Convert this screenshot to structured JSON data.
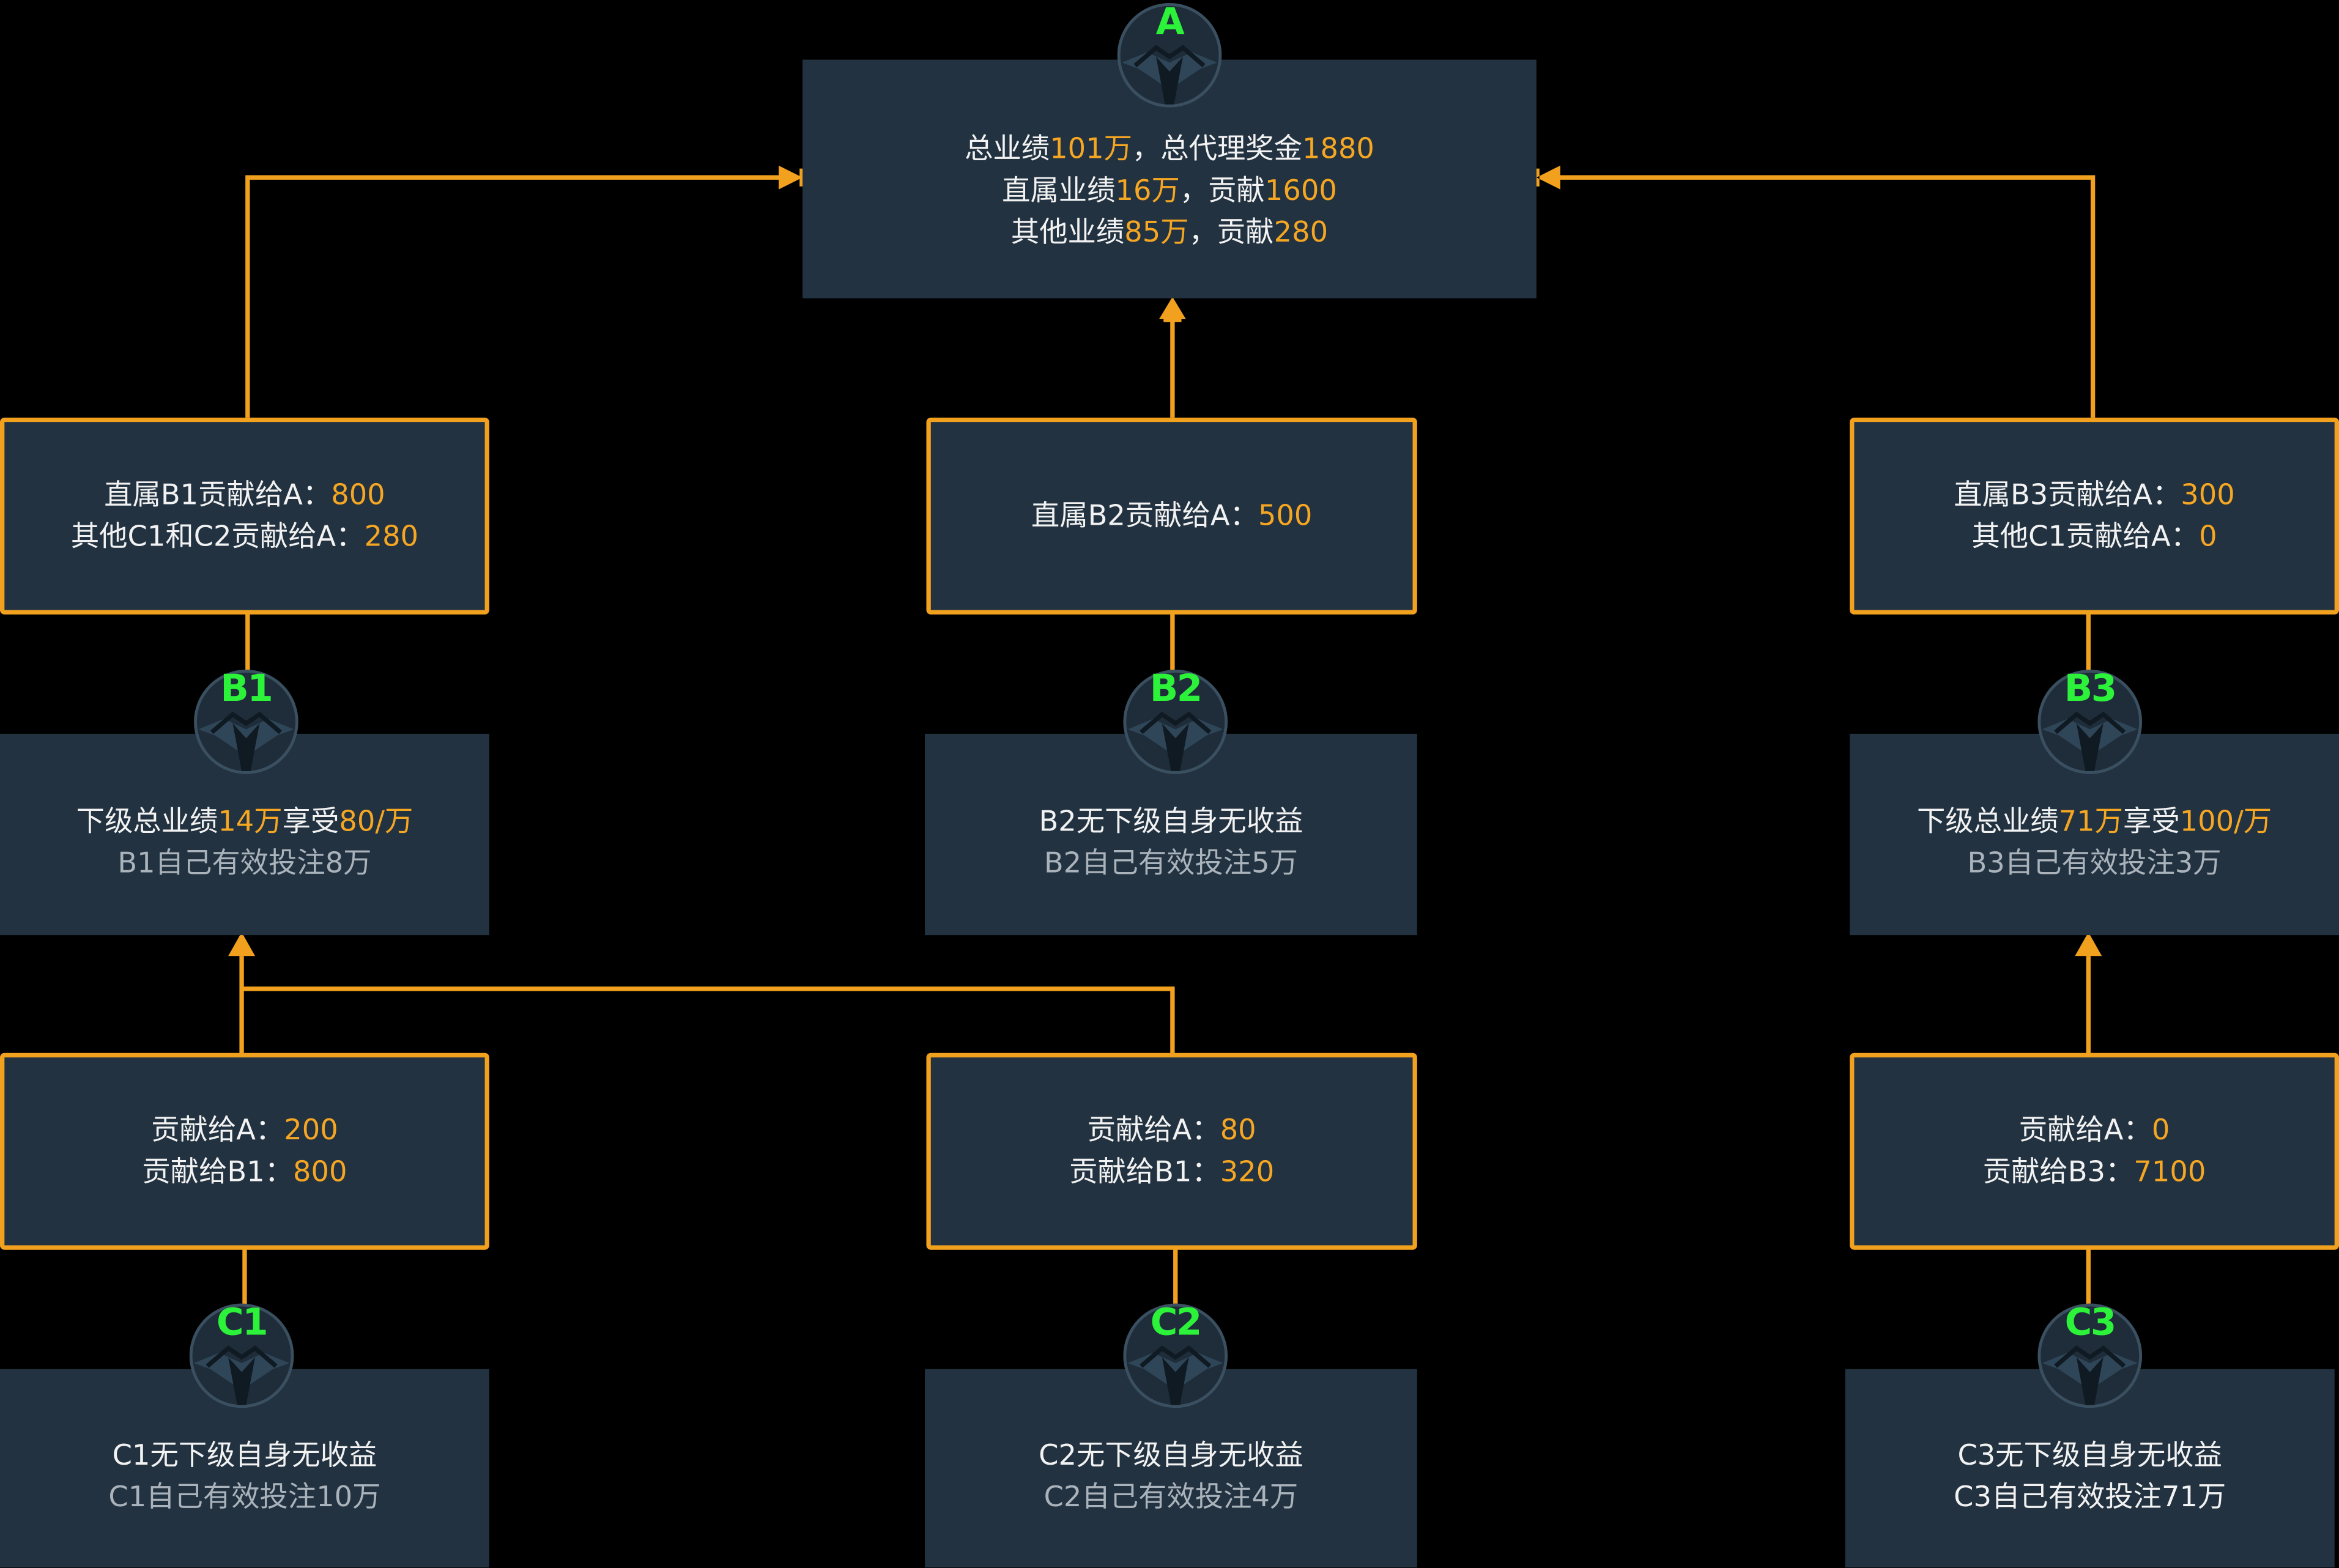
{
  "colors": {
    "background": "#000000",
    "box": "#223240",
    "connector": "#f1a11e",
    "highlight": "#f5a623",
    "node_letter": "#2cf23a",
    "muted_text": "#aab3bb"
  },
  "icons": {
    "node": "avatar-badge-icon",
    "arrow": "arrow-head-icon"
  },
  "nodes": {
    "A": {
      "label": "A"
    },
    "B1": {
      "label": "B1"
    },
    "B2": {
      "label": "B2"
    },
    "B3": {
      "label": "B3"
    },
    "C1": {
      "label": "C1"
    },
    "C2": {
      "label": "C2"
    },
    "C3": {
      "label": "C3"
    }
  },
  "boxes": {
    "a_summary": {
      "l1": {
        "t1": "总业绩",
        "v1": "101万",
        "t2": "，总代理奖金",
        "v2": "1880"
      },
      "l2": {
        "t1": "直属业绩",
        "v1": "16万",
        "t2": "，贡献",
        "v2": "1600"
      },
      "l3": {
        "t1": "其他业绩",
        "v1": "85万",
        "t2": "，贡献",
        "v2": "280"
      }
    },
    "b1_contribution": {
      "l1": {
        "t": "直属B1贡献给A：",
        "v": "800"
      },
      "l2": {
        "t": "其他C1和C2贡献给A：",
        "v": "280"
      }
    },
    "b2_contribution": {
      "l1": {
        "t": "直属B2贡献给A：",
        "v": "500"
      }
    },
    "b3_contribution": {
      "l1": {
        "t": "直属B3贡献给A：",
        "v": "300"
      },
      "l2": {
        "t": "其他C1贡献给A：",
        "v": "0"
      }
    },
    "b1_info": {
      "l1": {
        "t1": "下级总业绩",
        "v1": "14万",
        "t2": "享受",
        "v2": "80/万"
      },
      "l2": "B1自己有效投注8万"
    },
    "b2_info": {
      "l1": "B2无下级自身无收益",
      "l2": "B2自己有效投注5万"
    },
    "b3_info": {
      "l1": {
        "t1": "下级总业绩",
        "v1": "71万",
        "t2": "享受",
        "v2": "100/万"
      },
      "l2": "B3自己有效投注3万"
    },
    "c1_contribution": {
      "l1": {
        "t": "贡献给A：",
        "v": "200"
      },
      "l2": {
        "t": "贡献给B1：",
        "v": "800"
      }
    },
    "c2_contribution": {
      "l1": {
        "t": "贡献给A：",
        "v": "80"
      },
      "l2": {
        "t": "贡献给B1：",
        "v": "320"
      }
    },
    "c3_contribution": {
      "l1": {
        "t": "贡献给A：",
        "v": "0"
      },
      "l2": {
        "t": "贡献给B3：",
        "v": "7100"
      }
    },
    "c1_info": {
      "l1": "C1无下级自身无收益",
      "l2": "C1自己有效投注10万"
    },
    "c2_info": {
      "l1": "C2无下级自身无收益",
      "l2": "C2自己有效投注4万"
    },
    "c3_info": {
      "l1": "C3无下级自身无收益",
      "l2": "C3自己有效投注71万"
    }
  }
}
